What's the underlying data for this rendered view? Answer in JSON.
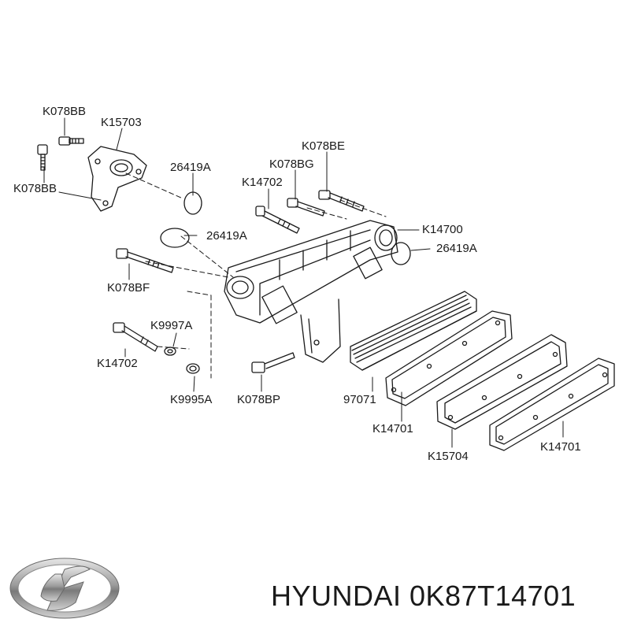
{
  "labels": {
    "bolt_top": "K078BB",
    "flange": "K15703",
    "bolt_left": "K078BB",
    "oring_1": "26419A",
    "bolt_be": "K078BE",
    "bolt_bg": "K078BG",
    "stud_top": "K14702",
    "housing": "K14700",
    "oring_2": "26419A",
    "oring_3": "26419A",
    "bolt_bf": "K078BF",
    "washer_a": "K9997A",
    "stud_bottom": "K14702",
    "washer_b": "K9995A",
    "bolt_bp": "K078BP",
    "core": "97071",
    "gasket_1": "K14701",
    "cover": "K15704",
    "gasket_2": "K14701"
  },
  "brand": {
    "logo_name": "hyundai-logo",
    "caption": "HYUNDAI 0K87T14701"
  }
}
